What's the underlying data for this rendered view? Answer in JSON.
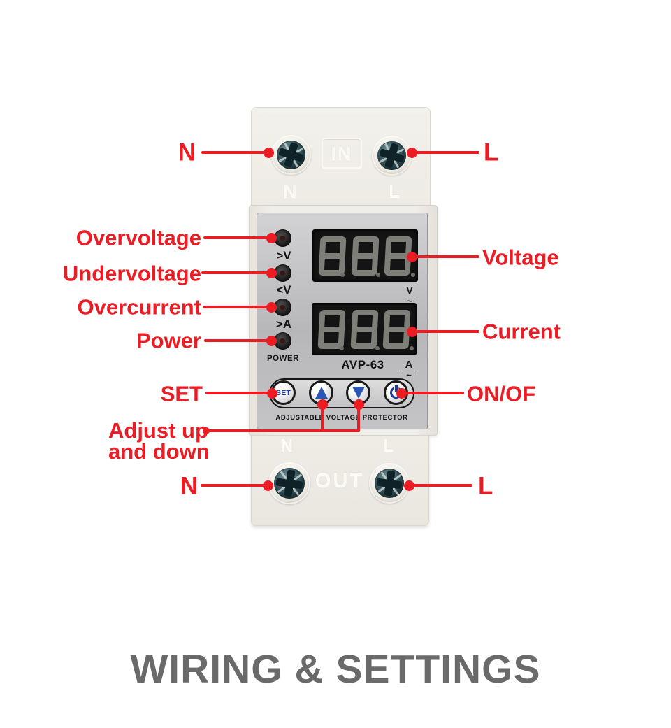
{
  "heading": "WIRING & SETTINGS",
  "device": {
    "model": "AVP-63",
    "tagline": "ADJUSTABLE VOLTAGE PROTECTOR",
    "top_port": "IN",
    "bottom_port": "OUT",
    "terminals": {
      "top_left": "N",
      "top_right": "L",
      "bottom_left": "N",
      "bottom_right": "L"
    },
    "indicator_labels": {
      "overvoltage": ">V",
      "undervoltage": "<V",
      "overcurrent": ">A",
      "power": "POWER"
    },
    "buttons": {
      "set": "SET"
    },
    "display": {
      "voltage_unit": "V",
      "current_unit": "A",
      "ac_tilde": "~"
    }
  },
  "callouts": {
    "top_n": "N",
    "top_l": "L",
    "overvoltage": "Overvoltage",
    "undervoltage": "Undervoltage",
    "overcurrent": "Overcurrent",
    "power": "Power",
    "set": "SET",
    "adjust_line1": "Adjust up",
    "adjust_line2": "and down",
    "voltage": "Voltage",
    "current": "Current",
    "on_off": "ON/OF",
    "bottom_n": "N",
    "bottom_l": "L"
  },
  "colors": {
    "callout_red": "#ec1c24",
    "heading_gray": "#6a6a6a",
    "button_blue": "#2b57b4",
    "display_bg": "#141414",
    "segment_gray": "#7e7e79",
    "panel_silver": "#c0c0c2"
  }
}
